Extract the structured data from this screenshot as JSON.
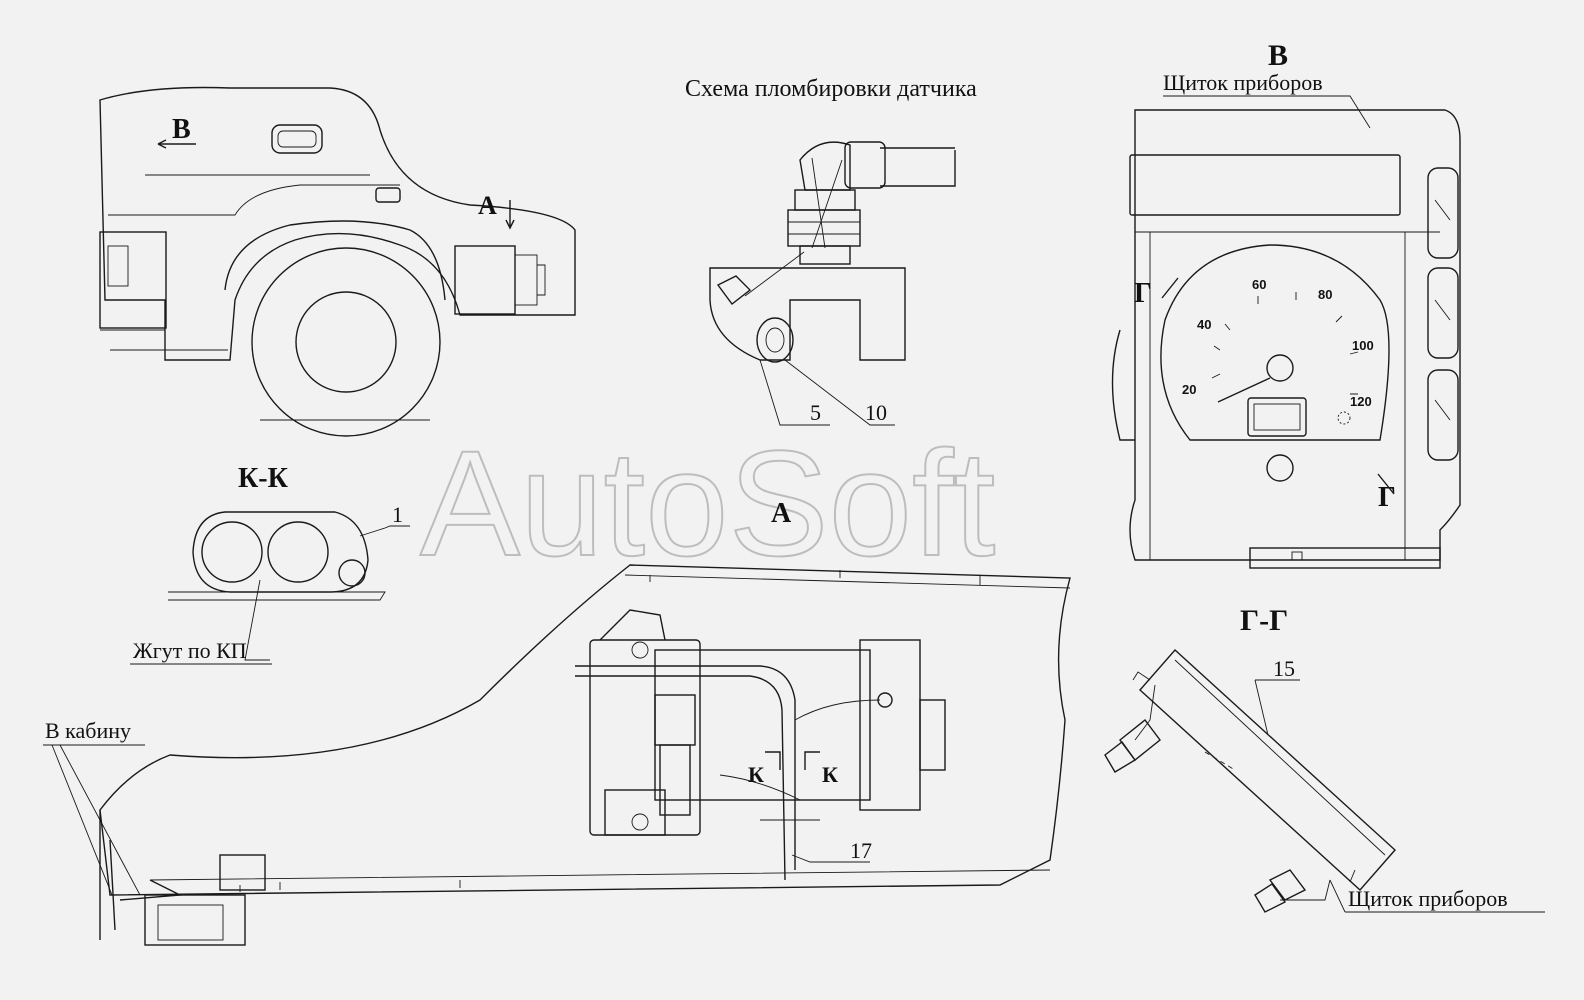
{
  "titles": {
    "seal_scheme": "Схема пломбировки датчика",
    "view_b": "В",
    "view_a": "А",
    "section_kk": "К-К",
    "section_gg": "Г-Г"
  },
  "watermark": "AutoSoft",
  "labels": {
    "cab_view_b": "В",
    "cab_view_a": "А",
    "instrument_panel_top": "Щиток приборов",
    "instrument_panel_bottom": "Щиток приборов",
    "harness_gearbox": "Жгут по КП",
    "to_cab": "В кабину",
    "section_g_left": "Г",
    "section_g_right": "Г",
    "section_k_left": "К",
    "section_k_right": "К"
  },
  "callouts": {
    "c1": "1",
    "c5": "5",
    "c10": "10",
    "c15": "15",
    "c17": "17"
  },
  "speedometer": {
    "ticks": [
      "20",
      "40",
      "60",
      "80",
      "100",
      "120"
    ]
  }
}
